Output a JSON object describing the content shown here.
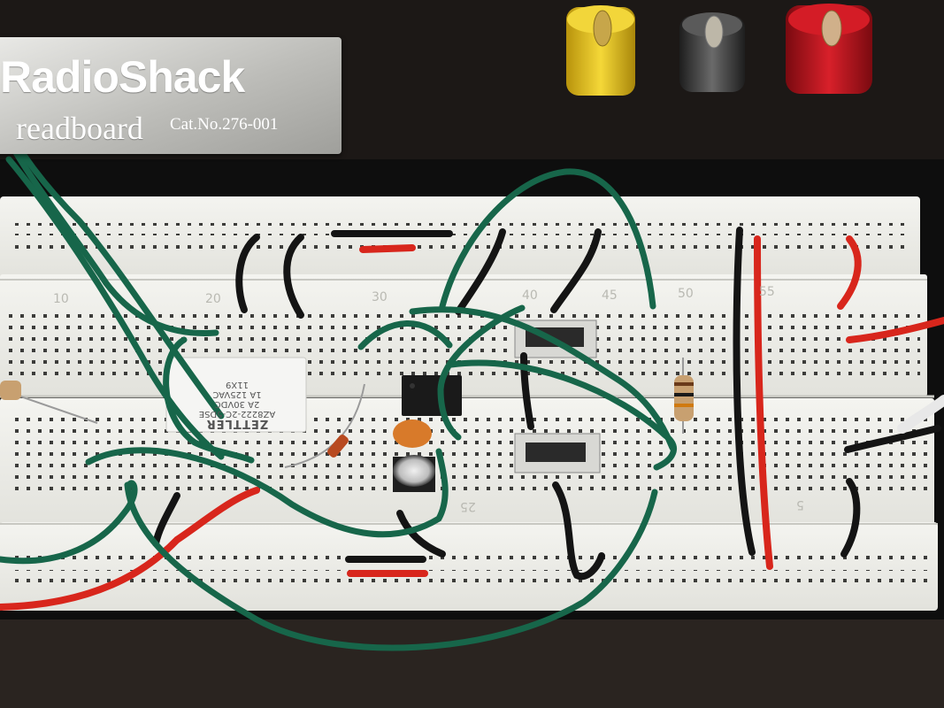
{
  "label_plate": {
    "brand": "RadioShack",
    "product": "readboard",
    "catalog_number": "Cat.No.276-001"
  },
  "column_numbers": [
    "10",
    "20",
    "30",
    "40",
    "45",
    "50",
    "55",
    "25",
    "5"
  ],
  "relay": {
    "brand": "ZETTLER",
    "model": "AZ8222-2C-5DSE",
    "rating_dc": "2A 30VDC",
    "rating_ac": "1A 125VAC",
    "code": "11X9"
  },
  "wire_colors": {
    "green": "#17664a",
    "red": "#d8261c",
    "black": "#141414",
    "white": "#e8e8e8"
  },
  "binding_post_colors": [
    "#e8c51a",
    "#3a3a3a",
    "#c8141c"
  ]
}
